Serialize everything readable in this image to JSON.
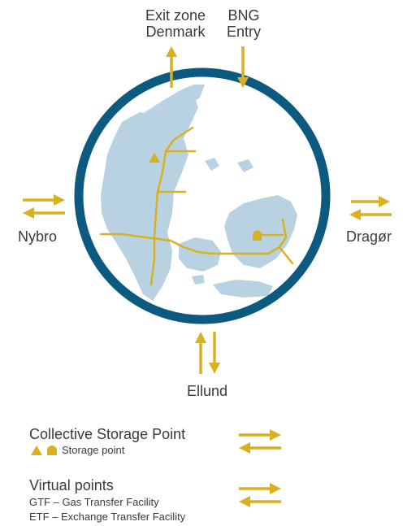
{
  "colors": {
    "ring": "#0d5a80",
    "land": "#b9d2e2",
    "gold": "#d9b020",
    "text": "#3a3a3a"
  },
  "labels": {
    "exit_zone": "Exit zone\nDenmark",
    "bng_entry": "BNG\nEntry",
    "nybro": "Nybro",
    "dragor": "Dragør",
    "ellund": "Ellund"
  },
  "legend": {
    "collective_title": "Collective Storage Point",
    "storage_point": "Storage point",
    "virtual_title": "Virtual points",
    "gtf": "GTF  –  Gas Transfer Facility",
    "etf": "ETF  –  Exchange Transfer Facility"
  },
  "icons": [
    "triangle-icon",
    "dome-icon",
    "bidirectional-arrow-icon",
    "up-arrow-icon",
    "down-arrow-icon"
  ]
}
